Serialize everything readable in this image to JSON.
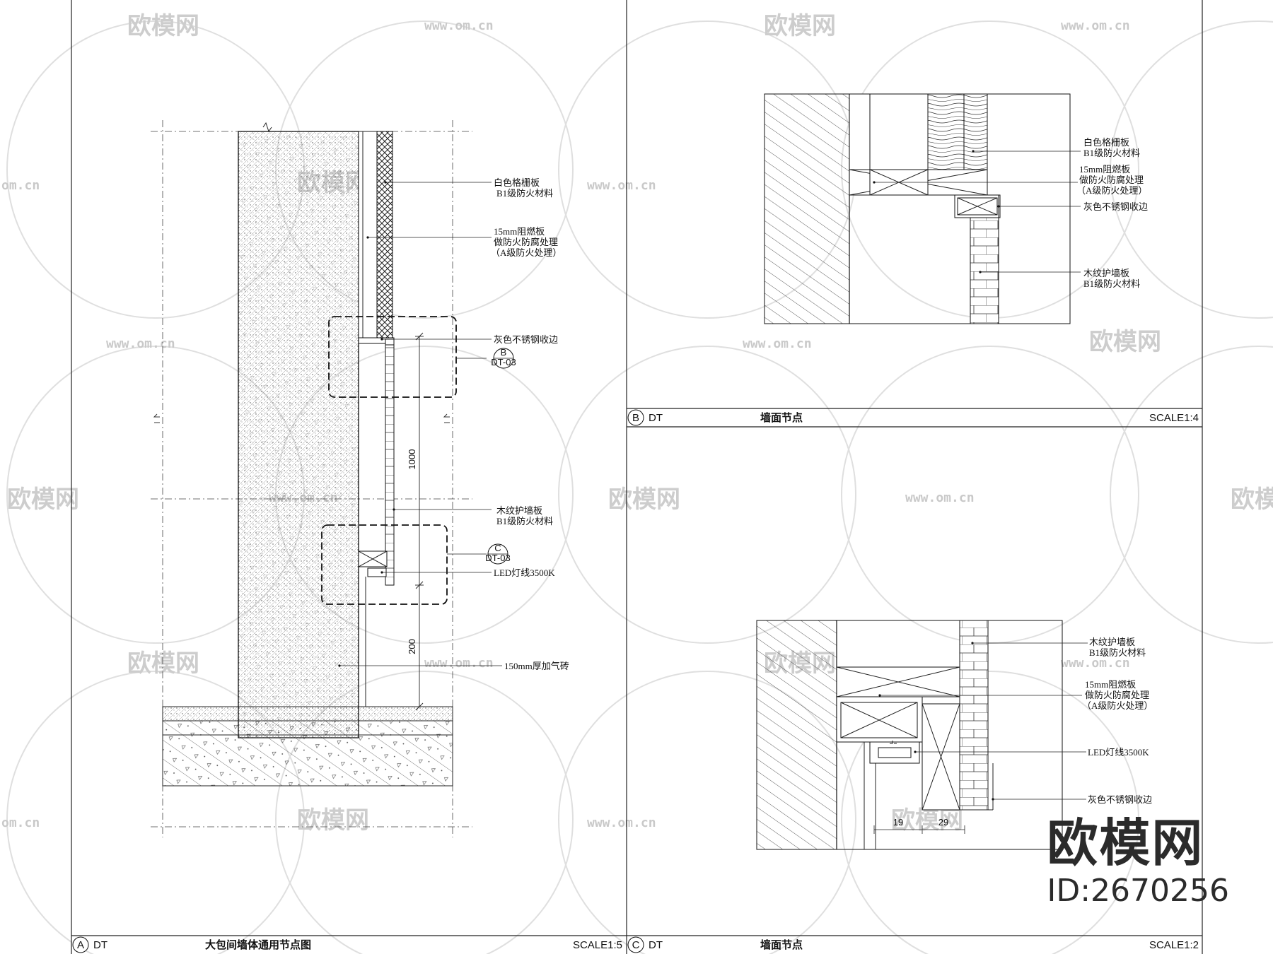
{
  "watermark": {
    "brand": "欧模网",
    "url": "www.om.cn",
    "url_short": "om.cn",
    "id": "ID:2670256"
  },
  "panel_a": {
    "tag_letter": "A",
    "tag_code": "DT",
    "title": "大包间墙体通用节点图",
    "scale": "SCALE1:5",
    "labels": {
      "grille_1": "白色格栅板",
      "grille_2": "B1级防火材料",
      "board_1": "15mm阻燃板",
      "board_2": "做防火防腐处理",
      "board_3": "（A级防火处理）",
      "trim": "灰色不锈钢收边",
      "wood_1": "木纹护墙板",
      "wood_2": "B1级防火材料",
      "led": "LED灯线3500K",
      "brick": "150mm厚加气砖"
    },
    "dims": {
      "d1000": "1000",
      "d200": "200"
    },
    "callout_b": {
      "letter": "B",
      "code": "DT-03"
    },
    "callout_c": {
      "letter": "C",
      "code": "DT-03"
    }
  },
  "panel_b": {
    "tag_letter": "B",
    "tag_code": "DT",
    "title": "墙面节点",
    "scale": "SCALE1:4",
    "labels": {
      "grille_1": "白色格栅板",
      "grille_2": "B1级防火材料",
      "board_1": "15mm阻燃板",
      "board_2": "做防火防腐处理",
      "board_3": "（A级防火处理）",
      "trim": "灰色不锈钢收边",
      "wood_1": "木纹护墙板",
      "wood_2": "B1级防火材料"
    }
  },
  "panel_c": {
    "tag_letter": "C",
    "tag_code": "DT",
    "title": "墙面节点",
    "scale": "SCALE1:2",
    "labels": {
      "wood_1": "木纹护墙板",
      "wood_2": "B1级防火材料",
      "board_1": "15mm阻燃板",
      "board_2": "做防火防腐处理",
      "board_3": "（A级防火处理）",
      "led": "LED灯线3500K",
      "trim": "灰色不锈钢收边"
    },
    "dims": {
      "d19": "19",
      "d29": "29"
    }
  },
  "colors": {
    "line": "#111111",
    "watermark": "#c8c8c8",
    "brand": "#2b2b2b"
  }
}
